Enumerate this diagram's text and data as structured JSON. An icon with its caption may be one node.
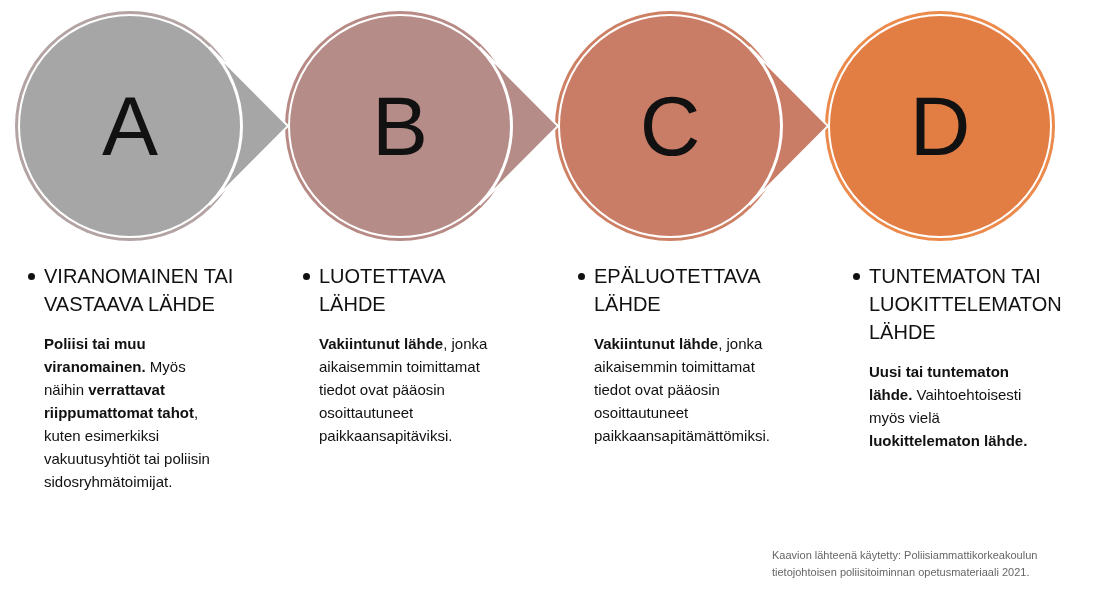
{
  "diagram": {
    "nodes": [
      {
        "text": [
          "A"
        ],
        "beside": [
          "VIRANOMAINEN TAI VASTAAVA LÄHDE",
          "**Poliisi tai muu viranomainen.** Myös näihin **verrattavat riippumattomat tahot**, kuten esimerkiksi vakuutusyhtiöt tai poliisin sidosryhmätoimijat."
        ]
      },
      {
        "text": [
          "B"
        ],
        "beside": [
          "LUOTETTAVA LÄHDE",
          "**Vakiintunut lähde**, jonka aikaisemmin toimittamat tiedot ovat pääosin osoittautuneet paikkaansapitäviksi."
        ]
      },
      {
        "text": [
          "C"
        ],
        "beside": [
          "EPÄLUOTETTAVA LÄHDE",
          "**Vakiintunut lähde**, jonka aikaisemmin toimittamat tiedot ovat pääosin osoittautuneet paikkaansapitämättömiksi."
        ]
      },
      {
        "text": [
          "D"
        ],
        "beside": [
          "TUNTEMATON TAI LUOKITTELEMATON LÄHDE",
          "**Uusi tai tuntematon lähde.** Vaihtoehtoisesti myös vielä **luokittelematon lähde.**"
        ]
      }
    ],
    "edges": [
      {
        "from": 0,
        "to": 1,
        "arrow": "to"
      },
      {
        "from": 1,
        "to": 2,
        "arrow": "to"
      },
      {
        "from": 2,
        "to": 3,
        "arrow": "to"
      }
    ],
    "labels": [
      "Kaavion lähteenä käytetty: Poliisiammattikorkeakoulun tietojohtoisen poliisitoiminnan opetusmateriaali  2021."
    ]
  }
}
